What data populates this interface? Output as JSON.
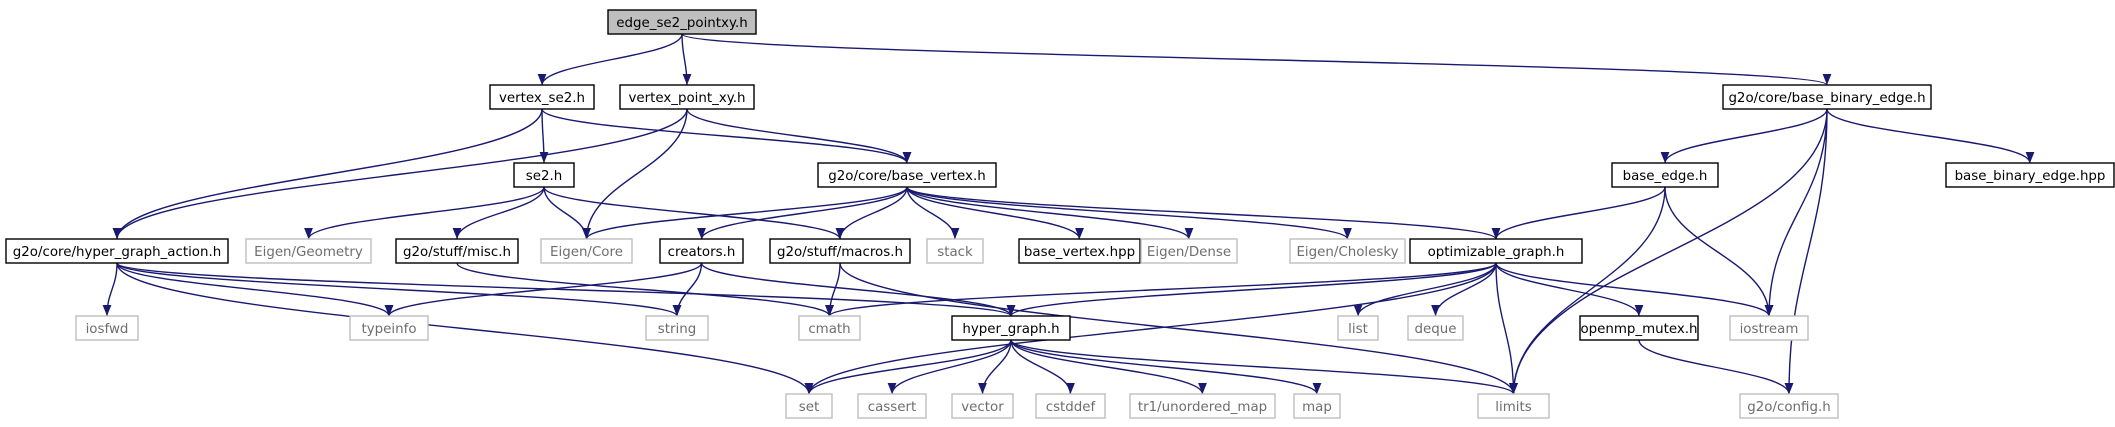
{
  "graph": {
    "nodes": [
      {
        "id": "edge_se2_pointxy",
        "label": "edge_se2_pointxy.h",
        "kind": "root"
      },
      {
        "id": "vertex_se2",
        "label": "vertex_se2.h",
        "kind": "project"
      },
      {
        "id": "vertex_point_xy",
        "label": "vertex_point_xy.h",
        "kind": "project"
      },
      {
        "id": "base_binary_edge",
        "label": "g2o/core/base_binary_edge.h",
        "kind": "project"
      },
      {
        "id": "se2",
        "label": "se2.h",
        "kind": "project"
      },
      {
        "id": "base_vertex",
        "label": "g2o/core/base_vertex.h",
        "kind": "project"
      },
      {
        "id": "base_edge",
        "label": "base_edge.h",
        "kind": "project"
      },
      {
        "id": "base_binary_edge_hpp",
        "label": "base_binary_edge.hpp",
        "kind": "project"
      },
      {
        "id": "hyper_graph_action",
        "label": "g2o/core/hyper_graph_action.h",
        "kind": "project"
      },
      {
        "id": "eigen_geometry",
        "label": "Eigen/Geometry",
        "kind": "system"
      },
      {
        "id": "misc",
        "label": "g2o/stuff/misc.h",
        "kind": "project"
      },
      {
        "id": "eigen_core",
        "label": "Eigen/Core",
        "kind": "system"
      },
      {
        "id": "creators",
        "label": "creators.h",
        "kind": "project"
      },
      {
        "id": "macros",
        "label": "g2o/stuff/macros.h",
        "kind": "project"
      },
      {
        "id": "stack",
        "label": "stack",
        "kind": "system"
      },
      {
        "id": "base_vertex_hpp",
        "label": "base_vertex.hpp",
        "kind": "project"
      },
      {
        "id": "eigen_dense",
        "label": "Eigen/Dense",
        "kind": "system"
      },
      {
        "id": "eigen_cholesky",
        "label": "Eigen/Cholesky",
        "kind": "system"
      },
      {
        "id": "optimizable_graph",
        "label": "optimizable_graph.h",
        "kind": "project"
      },
      {
        "id": "iosfwd",
        "label": "iosfwd",
        "kind": "system"
      },
      {
        "id": "typeinfo",
        "label": "typeinfo",
        "kind": "system"
      },
      {
        "id": "string",
        "label": "string",
        "kind": "system"
      },
      {
        "id": "cmath",
        "label": "cmath",
        "kind": "system"
      },
      {
        "id": "hyper_graph",
        "label": "hyper_graph.h",
        "kind": "project"
      },
      {
        "id": "list",
        "label": "list",
        "kind": "system"
      },
      {
        "id": "deque",
        "label": "deque",
        "kind": "system"
      },
      {
        "id": "openmp_mutex",
        "label": "openmp_mutex.h",
        "kind": "project"
      },
      {
        "id": "iostream",
        "label": "iostream",
        "kind": "system"
      },
      {
        "id": "set",
        "label": "set",
        "kind": "system"
      },
      {
        "id": "cassert",
        "label": "cassert",
        "kind": "system"
      },
      {
        "id": "vector",
        "label": "vector",
        "kind": "system"
      },
      {
        "id": "cstddef",
        "label": "cstddef",
        "kind": "system"
      },
      {
        "id": "tr1_unordered_map",
        "label": "tr1/unordered_map",
        "kind": "system"
      },
      {
        "id": "map",
        "label": "map",
        "kind": "system"
      },
      {
        "id": "limits",
        "label": "limits",
        "kind": "system"
      },
      {
        "id": "g2o_config",
        "label": "g2o/config.h",
        "kind": "system"
      }
    ],
    "edges": [
      {
        "from": "edge_se2_pointxy",
        "to": "vertex_se2"
      },
      {
        "from": "edge_se2_pointxy",
        "to": "vertex_point_xy"
      },
      {
        "from": "edge_se2_pointxy",
        "to": "base_binary_edge"
      },
      {
        "from": "vertex_se2",
        "to": "se2"
      },
      {
        "from": "vertex_se2",
        "to": "base_vertex"
      },
      {
        "from": "vertex_se2",
        "to": "hyper_graph_action"
      },
      {
        "from": "vertex_point_xy",
        "to": "base_vertex"
      },
      {
        "from": "vertex_point_xy",
        "to": "hyper_graph_action"
      },
      {
        "from": "vertex_point_xy",
        "to": "eigen_core"
      },
      {
        "from": "base_binary_edge",
        "to": "base_edge"
      },
      {
        "from": "base_binary_edge",
        "to": "base_binary_edge_hpp"
      },
      {
        "from": "base_binary_edge",
        "to": "iostream"
      },
      {
        "from": "base_binary_edge",
        "to": "limits"
      },
      {
        "from": "base_binary_edge",
        "to": "g2o_config"
      },
      {
        "from": "se2",
        "to": "eigen_geometry"
      },
      {
        "from": "se2",
        "to": "misc"
      },
      {
        "from": "se2",
        "to": "eigen_core"
      },
      {
        "from": "se2",
        "to": "macros"
      },
      {
        "from": "base_vertex",
        "to": "eigen_core"
      },
      {
        "from": "base_vertex",
        "to": "creators"
      },
      {
        "from": "base_vertex",
        "to": "macros"
      },
      {
        "from": "base_vertex",
        "to": "stack"
      },
      {
        "from": "base_vertex",
        "to": "base_vertex_hpp"
      },
      {
        "from": "base_vertex",
        "to": "eigen_dense"
      },
      {
        "from": "base_vertex",
        "to": "eigen_cholesky"
      },
      {
        "from": "base_vertex",
        "to": "optimizable_graph"
      },
      {
        "from": "base_edge",
        "to": "optimizable_graph"
      },
      {
        "from": "base_edge",
        "to": "iostream"
      },
      {
        "from": "base_edge",
        "to": "limits"
      },
      {
        "from": "hyper_graph_action",
        "to": "iosfwd"
      },
      {
        "from": "hyper_graph_action",
        "to": "typeinfo"
      },
      {
        "from": "hyper_graph_action",
        "to": "string"
      },
      {
        "from": "hyper_graph_action",
        "to": "hyper_graph"
      },
      {
        "from": "hyper_graph_action",
        "to": "set"
      },
      {
        "from": "misc",
        "to": "cmath"
      },
      {
        "from": "creators",
        "to": "typeinfo"
      },
      {
        "from": "creators",
        "to": "string"
      },
      {
        "from": "creators",
        "to": "hyper_graph"
      },
      {
        "from": "macros",
        "to": "cmath"
      },
      {
        "from": "macros",
        "to": "limits"
      },
      {
        "from": "optimizable_graph",
        "to": "cmath"
      },
      {
        "from": "optimizable_graph",
        "to": "hyper_graph"
      },
      {
        "from": "optimizable_graph",
        "to": "set"
      },
      {
        "from": "optimizable_graph",
        "to": "list"
      },
      {
        "from": "optimizable_graph",
        "to": "deque"
      },
      {
        "from": "optimizable_graph",
        "to": "limits"
      },
      {
        "from": "optimizable_graph",
        "to": "openmp_mutex"
      },
      {
        "from": "optimizable_graph",
        "to": "iostream"
      },
      {
        "from": "openmp_mutex",
        "to": "g2o_config"
      },
      {
        "from": "hyper_graph",
        "to": "set"
      },
      {
        "from": "hyper_graph",
        "to": "cassert"
      },
      {
        "from": "hyper_graph",
        "to": "vector"
      },
      {
        "from": "hyper_graph",
        "to": "cstddef"
      },
      {
        "from": "hyper_graph",
        "to": "tr1_unordered_map"
      },
      {
        "from": "hyper_graph",
        "to": "map"
      },
      {
        "from": "hyper_graph",
        "to": "limits"
      }
    ]
  },
  "colors": {
    "edge": "#191970",
    "root_fill": "#bfbfbf",
    "project_border": "#000000",
    "system_border": "#bfbfbf",
    "system_text": "#6e6e6e"
  }
}
